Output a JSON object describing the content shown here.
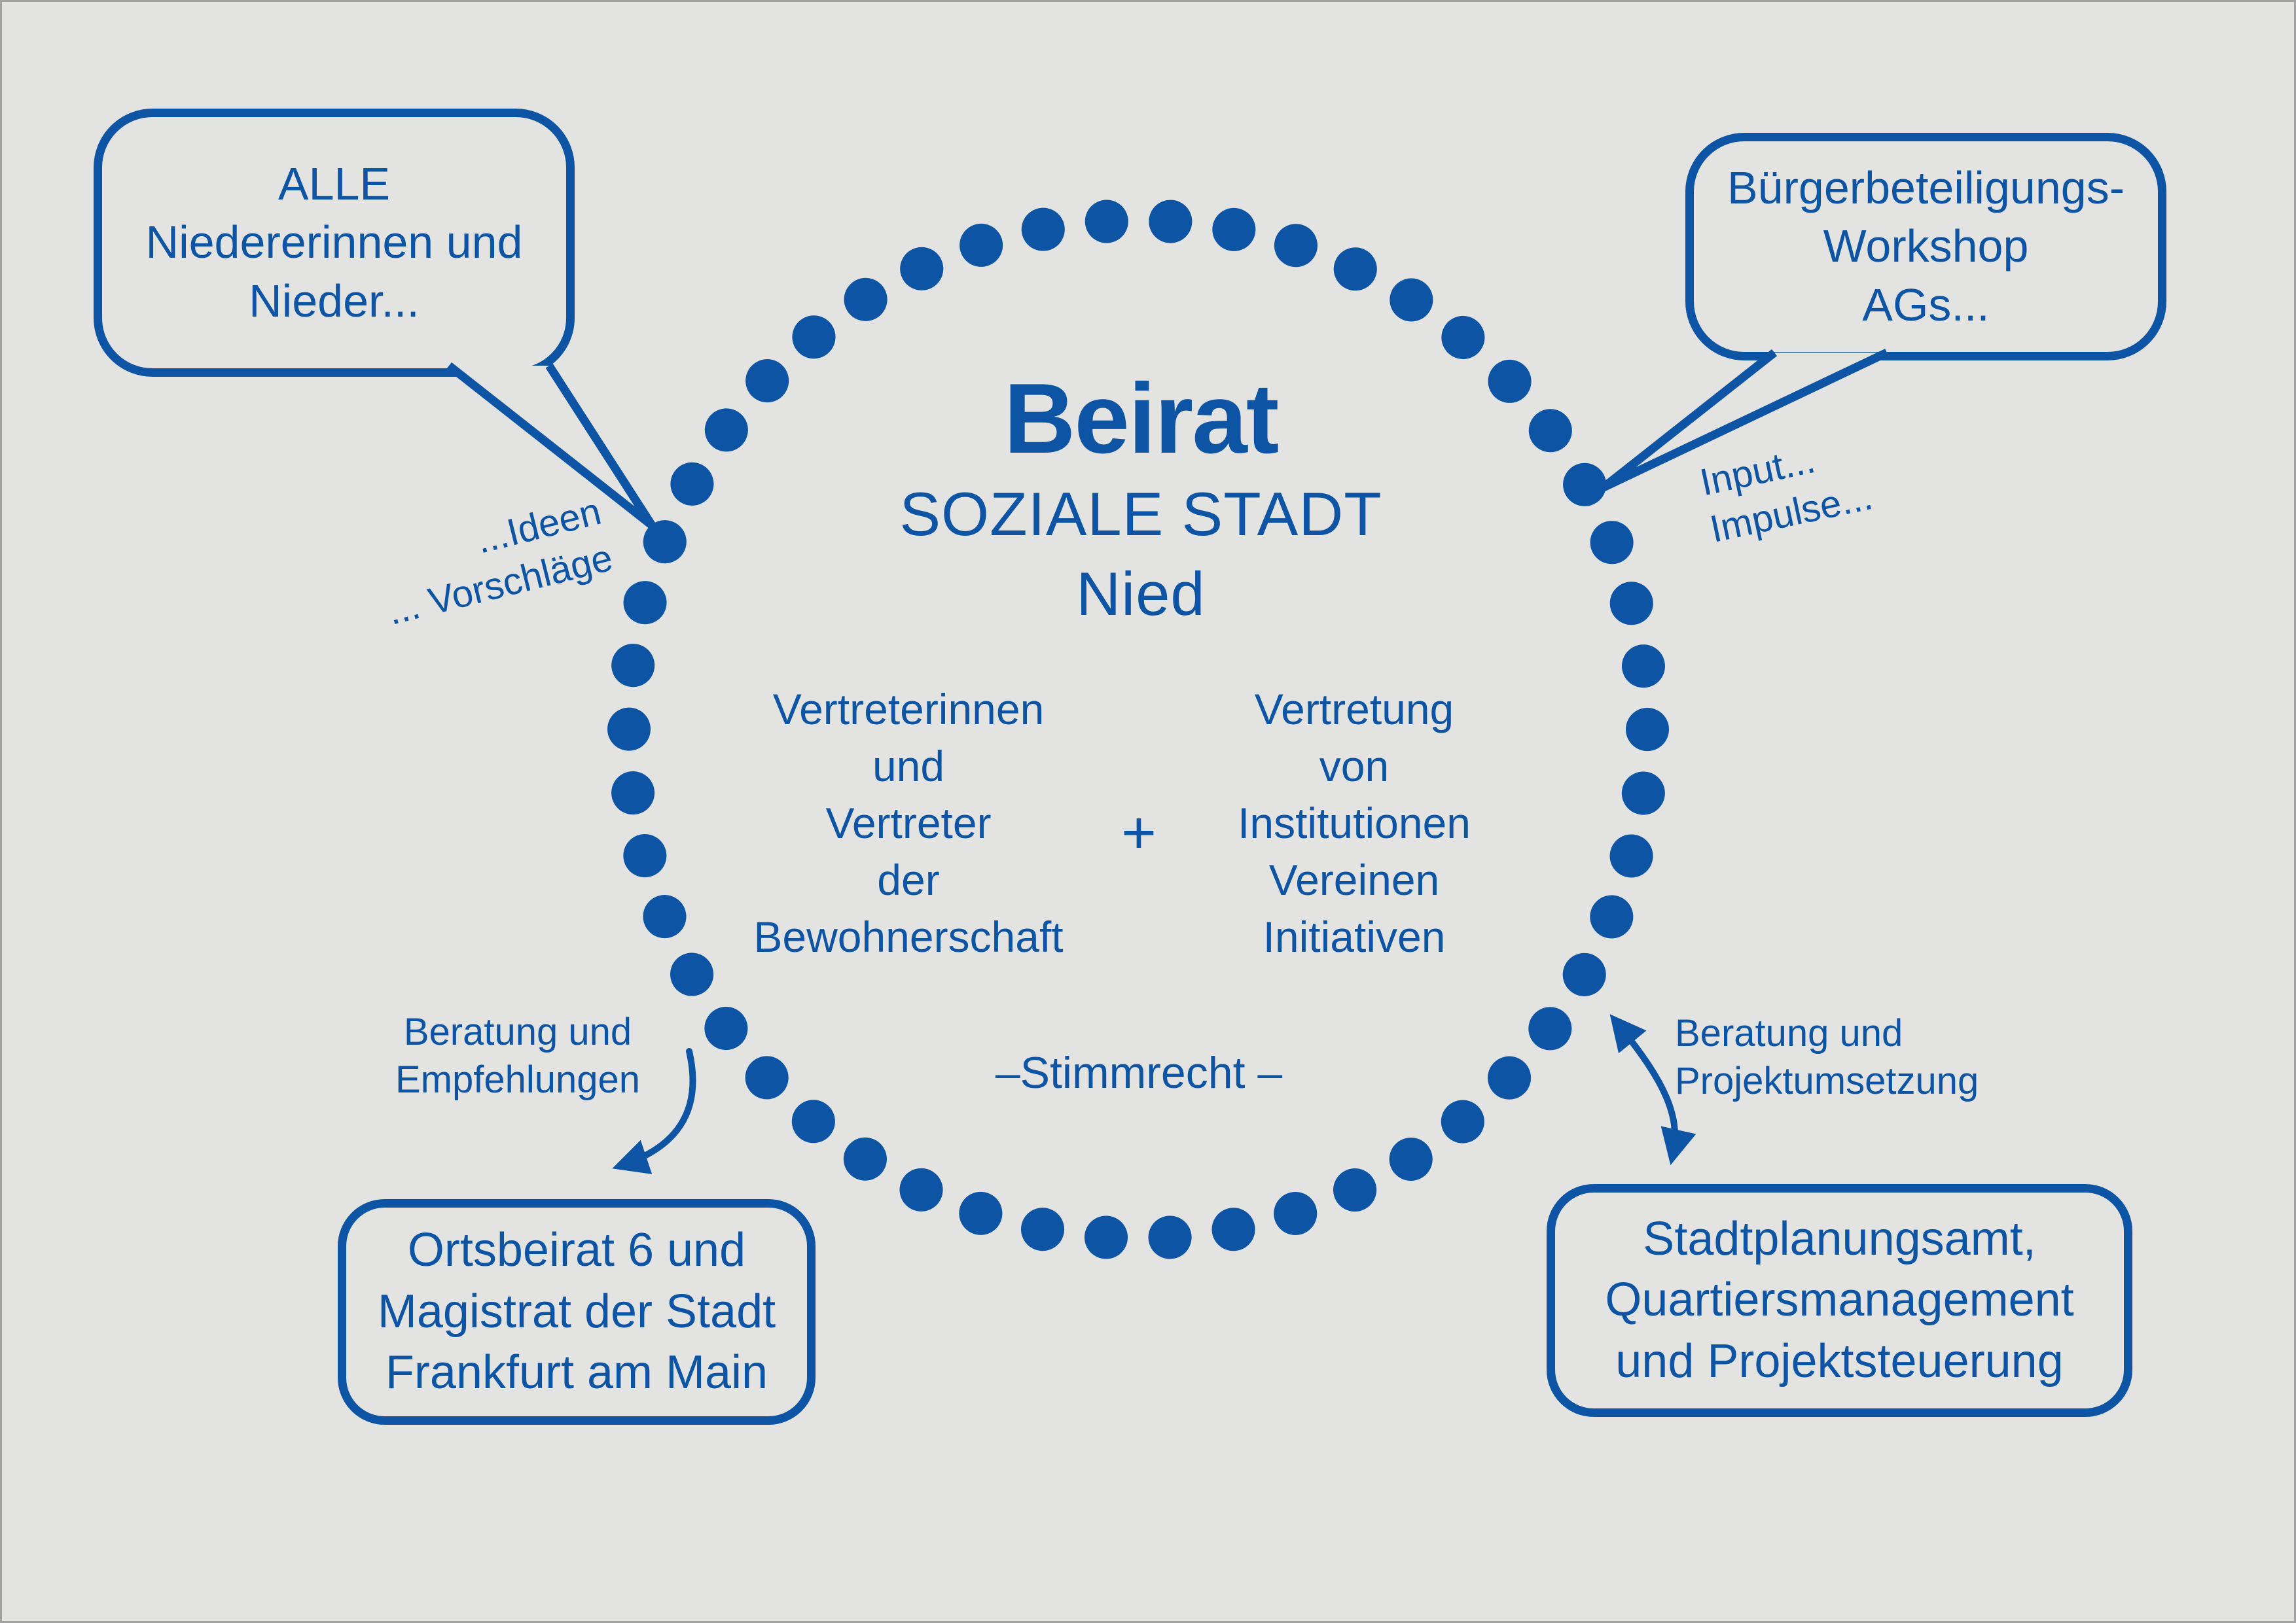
{
  "colors": {
    "accent": "#0d55a4",
    "background": "#e3e3e1"
  },
  "center": {
    "title": "Beirat",
    "subtitle_line1": "SOZIALE STADT",
    "subtitle_line2": "Nied",
    "left_column": [
      "Vertreterinnen",
      "und",
      "Vertreter",
      "der",
      "Bewohnerschaft"
    ],
    "plus_sign": "+",
    "right_column": [
      "Vertretung",
      "von",
      "Institutionen",
      "Vereinen",
      "Initiativen"
    ],
    "voting_note": "–Stimmrecht –"
  },
  "speech_bubbles": {
    "top_left": [
      "ALLE",
      "Niedererinnen und",
      "Nieder..."
    ],
    "top_right": [
      "Bürgerbeteiligungs-",
      "Workshop",
      "AGs..."
    ]
  },
  "boxes": {
    "bottom_left": [
      "Ortsbeirat 6 und",
      "Magistrat der Stadt",
      "Frankfurt am Main"
    ],
    "bottom_right": [
      "Stadtplanungsamt,",
      "Quartiersmanagement",
      "und Projektsteuerung"
    ]
  },
  "labels": {
    "ideas": [
      "...Ideen",
      "... Vorschläge"
    ],
    "input": [
      "Input...",
      "Impulse..."
    ],
    "advice_left": [
      "Beratung und",
      "Empfehlungen"
    ],
    "advice_right": [
      "Beratung und",
      "Projektumsetzung"
    ]
  }
}
